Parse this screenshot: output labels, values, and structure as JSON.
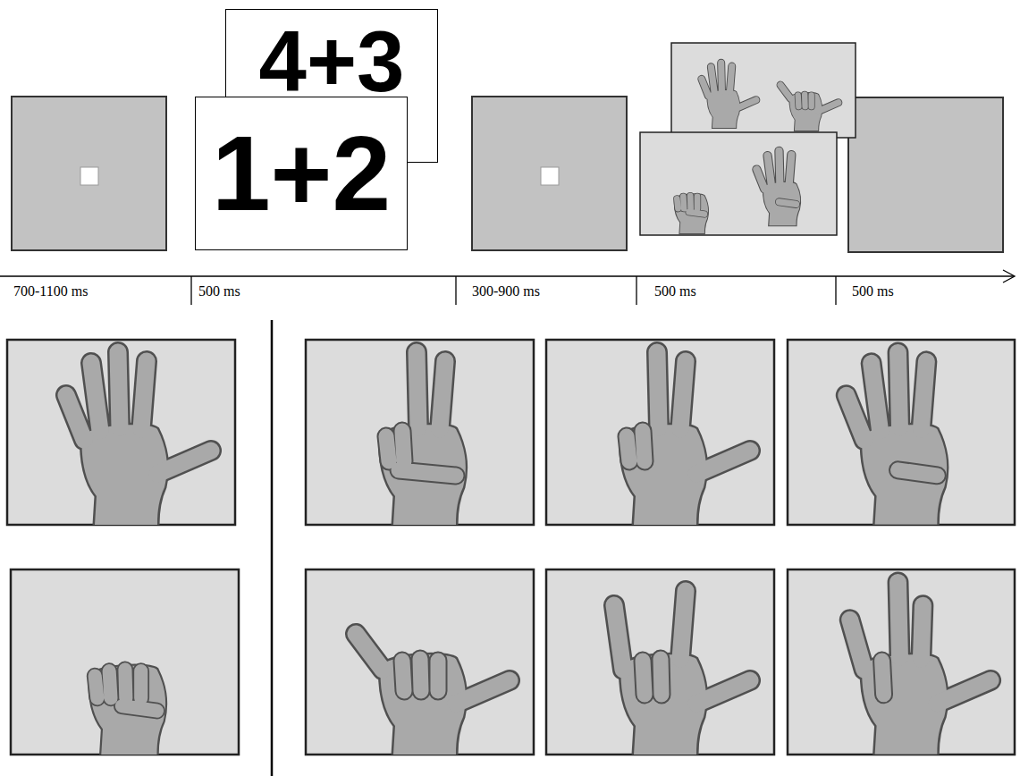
{
  "diagram": {
    "nodes": [
      {
        "text": [
          "4+3"
        ]
      },
      {
        "text": [
          "1+2"
        ]
      }
    ],
    "labels": [
      "700-1100 ms",
      "500 ms",
      "300-900 ms",
      "500 ms",
      "500 ms"
    ]
  }
}
